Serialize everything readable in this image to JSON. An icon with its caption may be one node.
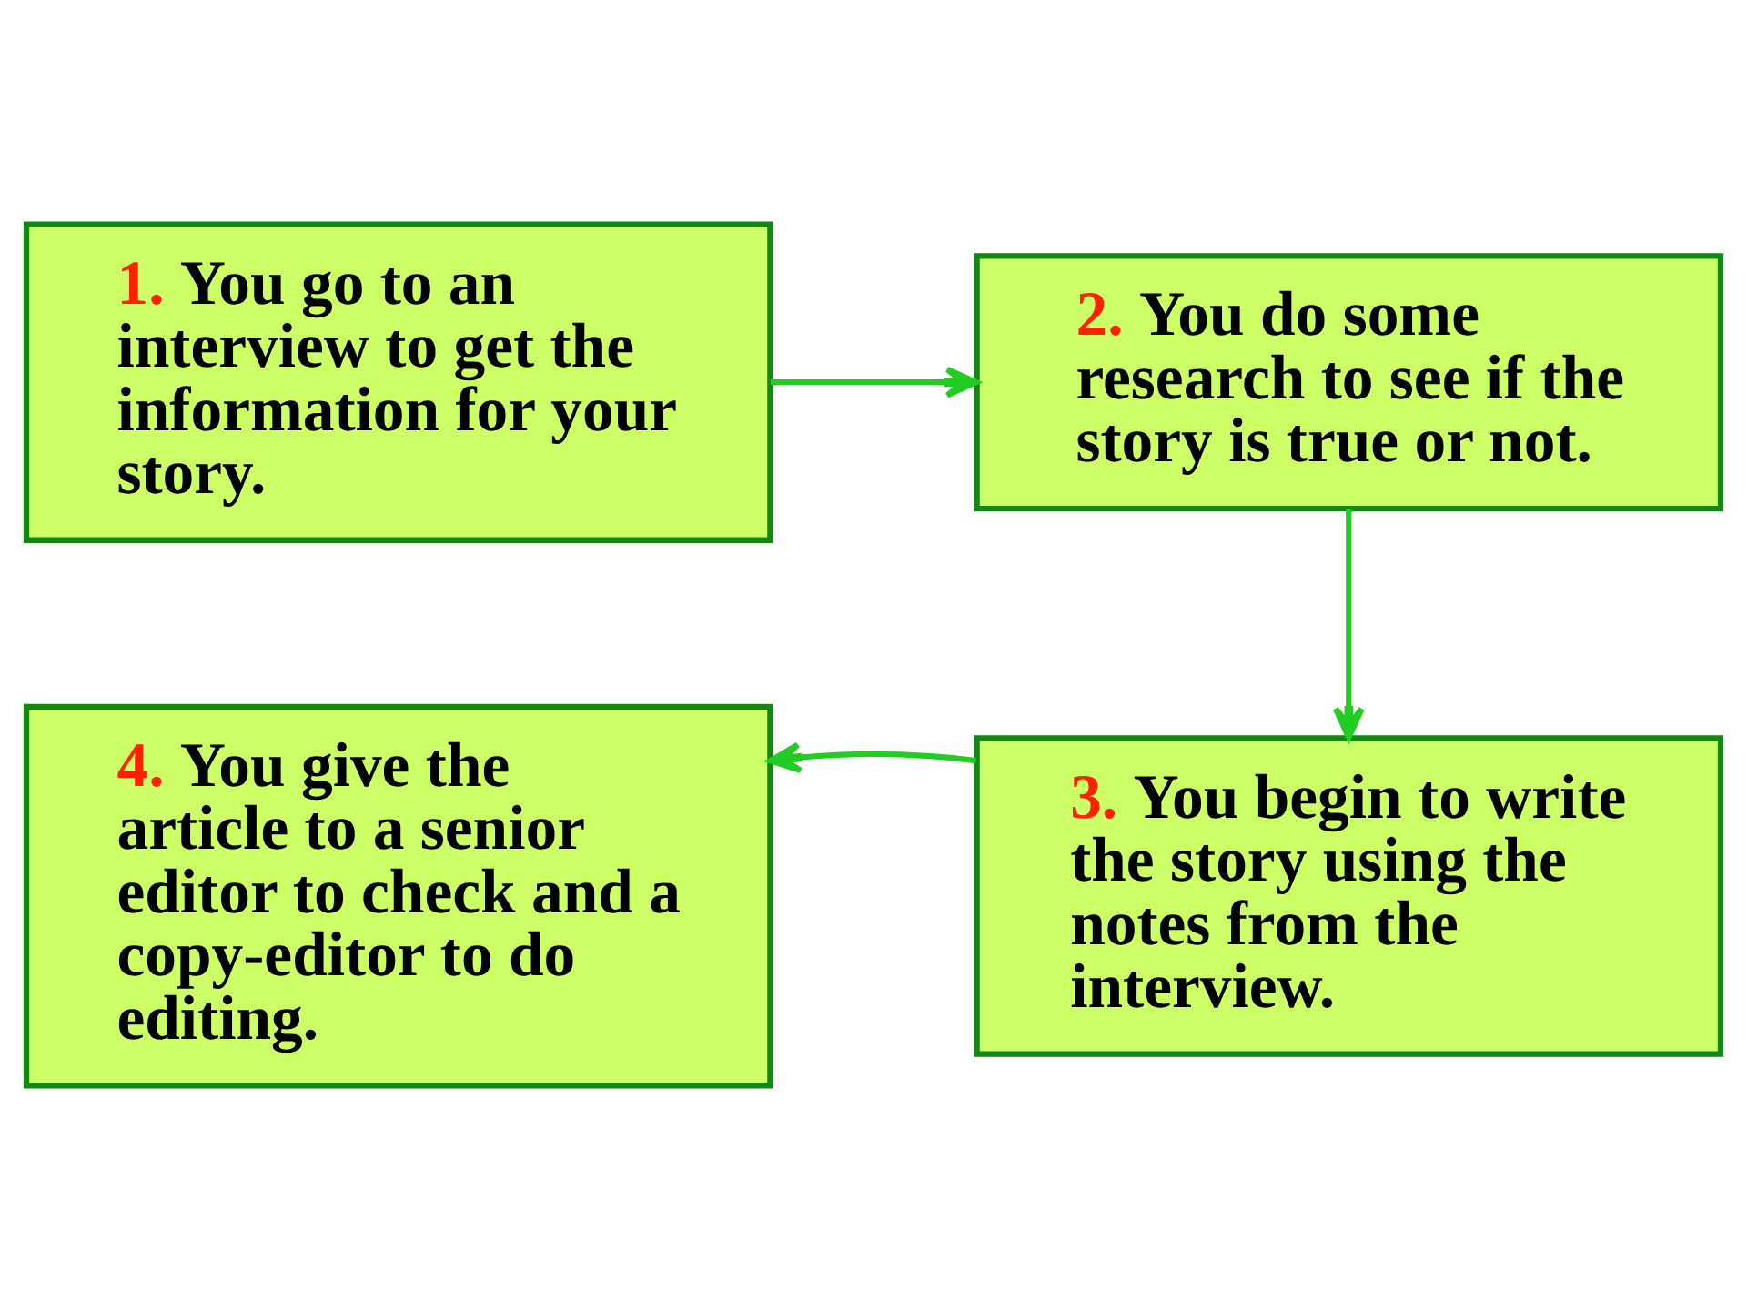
{
  "diagram": {
    "nodes": [
      {
        "text": [
          "1. You go to an interview to get the information for your story."
        ]
      },
      {
        "text": [
          "2. You do some research to see if the story is true or not."
        ]
      },
      {
        "text": [
          "3. You begin to write the story using the notes from the interview."
        ]
      },
      {
        "text": [
          "4. You give the article to a senior editor to check and a copy-editor to do editing."
        ]
      }
    ],
    "edges": [
      {
        "from": 0,
        "to": 1,
        "arrow": "to"
      },
      {
        "from": 1,
        "to": 2,
        "arrow": "to"
      },
      {
        "from": 2,
        "to": 3,
        "arrow": "to"
      }
    ]
  }
}
